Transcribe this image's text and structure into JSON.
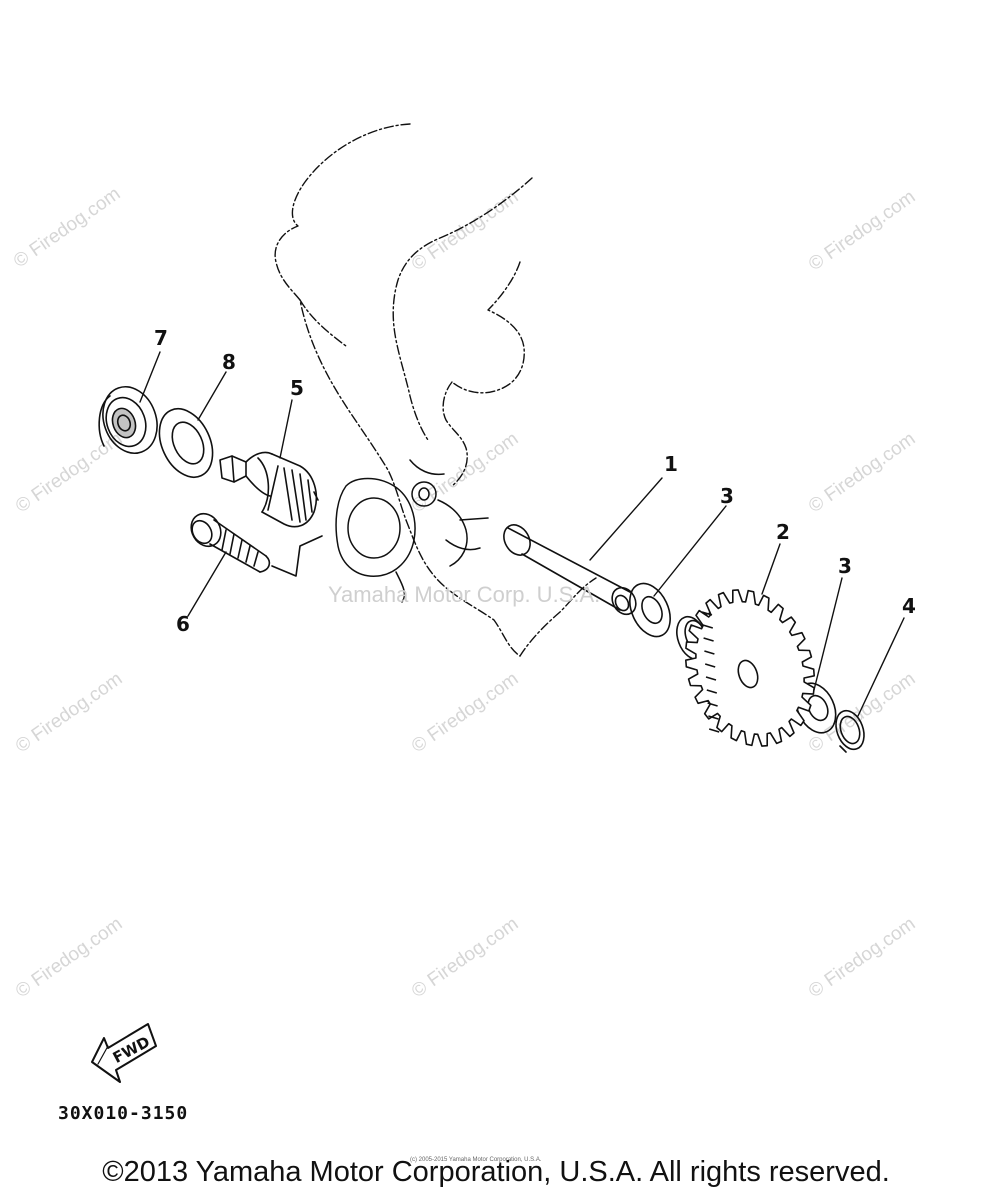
{
  "watermarks": {
    "firedog": "© Firedog.com",
    "center": "Yamaha Motor Corp. U.S.A."
  },
  "callouts": {
    "c1": "1",
    "c2": "2",
    "c3a": "3",
    "c3b": "3",
    "c4": "4",
    "c5": "5",
    "c6": "6",
    "c7": "7",
    "c8": "8"
  },
  "fwd_label": "FWD",
  "reference_code": "30X010-3150",
  "small_copyright": "(c) 2005-2015 Yamaha Motor Corporation, U.S.A.",
  "copyright": "©2013 Yamaha Motor Corporation, U.S.A. All rights reserved.",
  "colors": {
    "line": "#111111",
    "watermark": "#d6d6d6"
  }
}
